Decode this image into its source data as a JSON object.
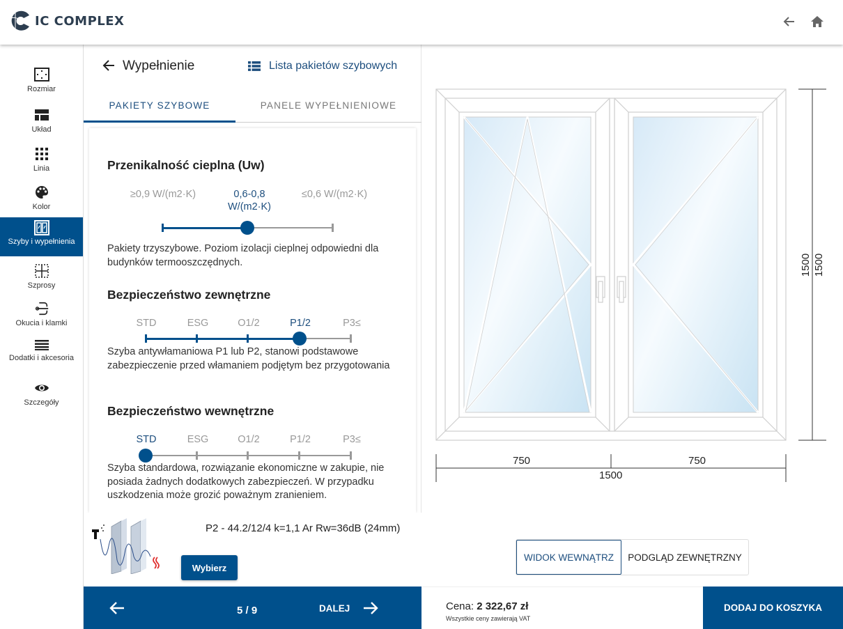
{
  "header": {
    "brand": "IC COMPLEX",
    "back_icon": "arrow-left-icon",
    "home_icon": "home-icon"
  },
  "sidebar": {
    "items": [
      {
        "label": "Rozmiar",
        "icon": "resize-icon",
        "active": false
      },
      {
        "label": "Układ",
        "icon": "layout-icon",
        "active": false
      },
      {
        "label": "Linia",
        "icon": "grid-icon",
        "active": false
      },
      {
        "label": "Kolor",
        "icon": "palette-icon",
        "active": false
      },
      {
        "label": "Szyby i wypełnienia",
        "icon": "glass-panes-icon",
        "active": true
      },
      {
        "label": "Szprosy",
        "icon": "muntins-icon",
        "active": false
      },
      {
        "label": "Okucia i klamki",
        "icon": "handle-icon",
        "active": false
      },
      {
        "label": "Dodatki i akcesoria",
        "icon": "menu-lines-icon",
        "active": false
      },
      {
        "label": "Szczegóły",
        "icon": "eye-icon",
        "active": false
      }
    ]
  },
  "panel": {
    "title": "Wypełnienie",
    "list_link": "Lista pakietów szybowych",
    "tabs": [
      {
        "label": "PAKIETY SZYBOWE",
        "active": true
      },
      {
        "label": "PANELE WYPEŁNIENIOWE",
        "active": false
      }
    ],
    "filters": {
      "thermal": {
        "title": "Przenikalność cieplna (Uw)",
        "options": [
          "≥0,9 W/(m2·K)",
          "0,6-0,8 W/(m2·K)",
          "≤0,6 W/(m2·K)"
        ],
        "option_mid_line1": "0,6-0,8",
        "option_mid_line2": "W/(m2·K)",
        "selected_index": 1,
        "description": "Pakiety trzyszybowe. Poziom izolacji cieplnej odpowiedni dla budynków termooszczędnych."
      },
      "external_security": {
        "title": "Bezpieczeństwo zewnętrzne",
        "options": [
          "STD",
          "ESG",
          "O1/2",
          "P1/2",
          "P3≤"
        ],
        "selected_index": 3,
        "description": "Szyba antywłamaniowa P1 lub P2, stanowi podstawowe zabezpieczenie przed włamaniem podjętym bez przygotowania"
      },
      "internal_security": {
        "title": "Bezpieczeństwo wewnętrzne",
        "options": [
          "STD",
          "ESG",
          "O1/2",
          "P1/2",
          "P3≤"
        ],
        "selected_index": 0,
        "description": "Szyba standardowa, rozwiązanie ekonomiczne w zakupie, nie posiada żadnych dodatkowych zabezpieczeń. W przypadku uszkodzenia może grozić poważnym zranieniem."
      }
    },
    "product": {
      "name": "P2 - 44.2/12/4 k=1,1 Ar Rw=36dB (24mm)",
      "select_label": "Wybierz",
      "image_icon": "glass-package-icon"
    }
  },
  "bottom_nav": {
    "step": "5 / 9",
    "next_label": "DALEJ"
  },
  "preview": {
    "dimensions": {
      "width_total": "1500",
      "width_left": "750",
      "width_right": "750",
      "height_outer": "1500",
      "height_inner": "1500"
    },
    "view_buttons": [
      {
        "label": "WIDOK WEWNĄTRZ",
        "active": true
      },
      {
        "label": "PODGLĄD ZEWNĘTRZNY",
        "active": false
      }
    ]
  },
  "price": {
    "label": "Cena:",
    "value": "2 322,67 zł",
    "vat_note": "Wszystkie ceny zawierają VAT"
  },
  "cart": {
    "add_label": "DODAJ DO KOSZYKA"
  },
  "colors": {
    "primary": "#00508c",
    "text_dark": "#222222",
    "muted": "#999999",
    "link": "#1d4e7e"
  }
}
